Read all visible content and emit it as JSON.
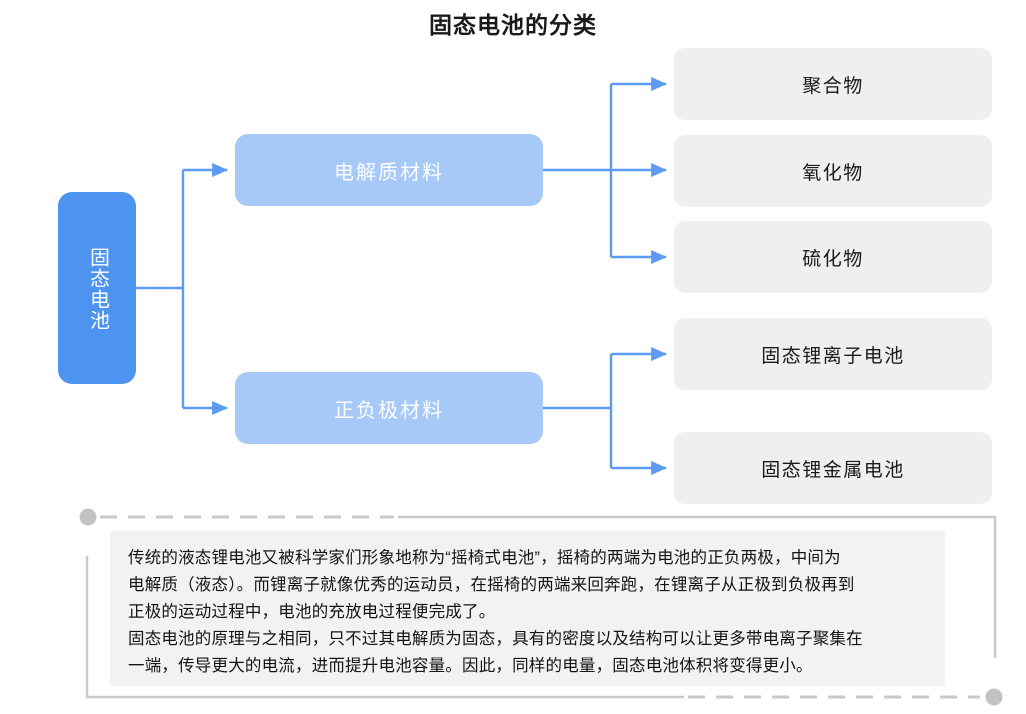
{
  "page": {
    "title": "固态电池的分类",
    "background": "#ffffff"
  },
  "colors": {
    "root_node": "#4D94F0",
    "branch_node": "#A6C9F7",
    "leaf_node": "#EFEFF0",
    "connector": "#5B9BF3",
    "note_background": "#F2F2F2",
    "note_frame": "#C9C9C9",
    "title_text": "#1a1a1a",
    "node_text_light": "#ffffff",
    "node_text_dark": "#1a1a1a"
  },
  "diagram": {
    "type": "tree",
    "orientation": "left-to-right",
    "root": {
      "label": "固态电池",
      "text_direction": "vertical"
    },
    "branches": [
      {
        "label": "电解质材料",
        "children": [
          {
            "label": "聚合物"
          },
          {
            "label": "氧化物"
          },
          {
            "label": "硫化物"
          }
        ]
      },
      {
        "label": "正负极材料",
        "children": [
          {
            "label": "固态锂离子电池"
          },
          {
            "label": "固态锂金属电池"
          }
        ]
      }
    ]
  },
  "note": {
    "lines": [
      "传统的液态锂电池又被科学家们形象地称为“摇椅式电池”，摇椅的两端为电池的正负两极，中间为",
      "电解质（液态）。而锂离子就像优秀的运动员，在摇椅的两端来回奔跑，在锂离子从正极到负极再到",
      "正极的运动过程中，电池的充放电过程便完成了。",
      "固态电池的原理与之相同，只不过其电解质为固态，具有的密度以及结构可以让更多带电离子聚集在",
      "一端，传导更大的电流，进而提升电池容量。因此，同样的电量，固态电池体积将变得更小。"
    ]
  }
}
